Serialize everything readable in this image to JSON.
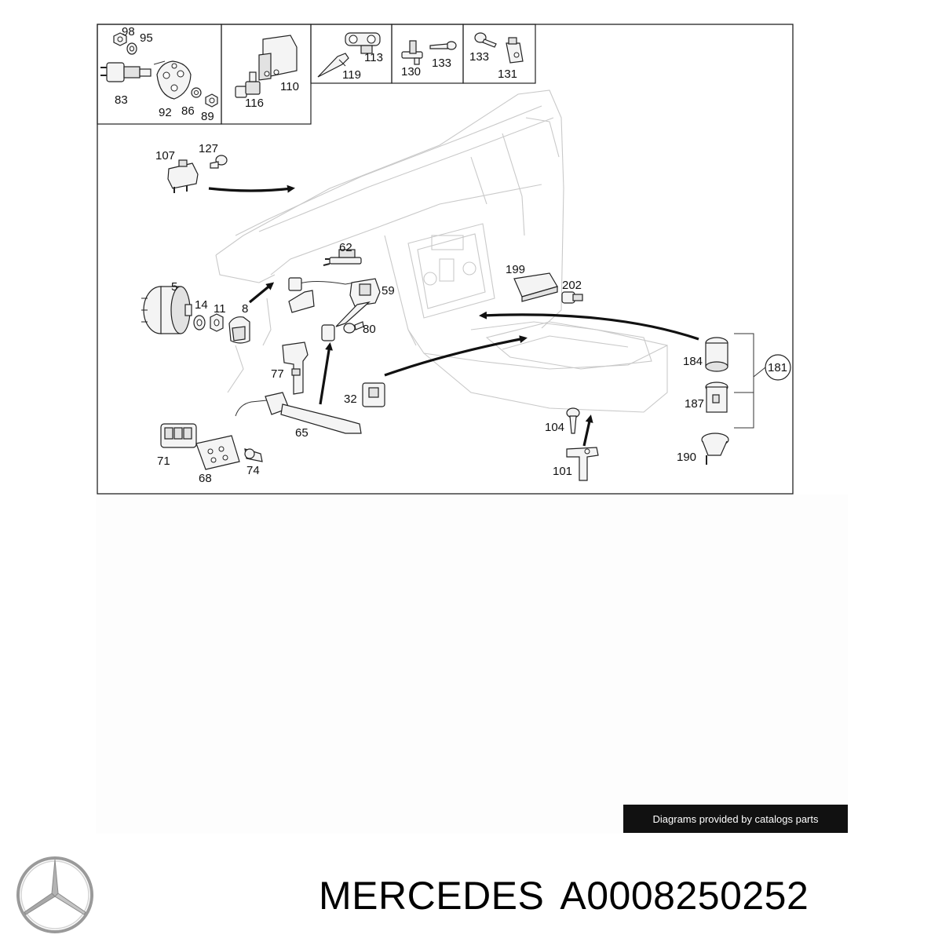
{
  "diagram": {
    "callouts": {
      "p98": "98",
      "p95": "95",
      "p83": "83",
      "p92": "92",
      "p86": "86",
      "p89": "89",
      "p116": "116",
      "p110": "110",
      "p113": "113",
      "p119": "119",
      "p130": "130",
      "p133a": "133",
      "p133b": "133",
      "p131": "131",
      "p107": "107",
      "p127": "127",
      "p5": "5",
      "p14": "14",
      "p11": "11",
      "p8": "8",
      "p62": "62",
      "p59": "59",
      "p80": "80",
      "p77": "77",
      "p32": "32",
      "p65": "65",
      "p71": "71",
      "p68": "68",
      "p74": "74",
      "p199": "199",
      "p202": "202",
      "p184": "184",
      "p187": "187",
      "p190": "190",
      "p181": "181",
      "p104": "104",
      "p101": "101"
    }
  },
  "watermark": {
    "text": "Diagrams provided by catalogs parts"
  },
  "footer": {
    "brand": "MERCEDES",
    "part_number": "A0008250252"
  },
  "icons": {
    "logo": "mercedes-star-icon"
  },
  "colors": {
    "ink": "#111111",
    "ghost_lines": "#c9c9c9",
    "watermark_bg": "#111111"
  }
}
